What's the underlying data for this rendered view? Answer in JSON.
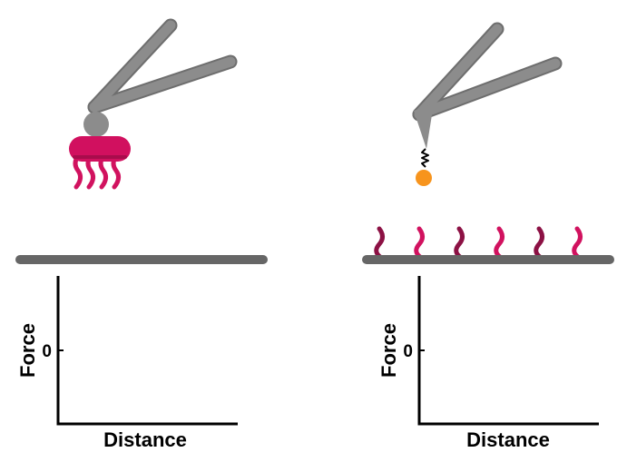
{
  "colors": {
    "cantilever": "#8c8c8c",
    "cantilever_edge": "#6e6e6e",
    "surface": "#666666",
    "cell_body": "#d1105f",
    "cell_dark": "#a80c4c",
    "polymer_light": "#d1125f",
    "polymer_dark": "#8c1144",
    "bead": "#f7941d",
    "tether": "#000000",
    "axis": "#000000"
  },
  "left_panel": {
    "probe": "single-cell probe",
    "y_axis_label": "Force",
    "zero_label": "0",
    "x_axis_label": "Distance"
  },
  "right_panel": {
    "probe": "single-molecule tip with tethered bead",
    "y_axis_label": "Force",
    "zero_label": "0",
    "x_axis_label": "Distance"
  }
}
